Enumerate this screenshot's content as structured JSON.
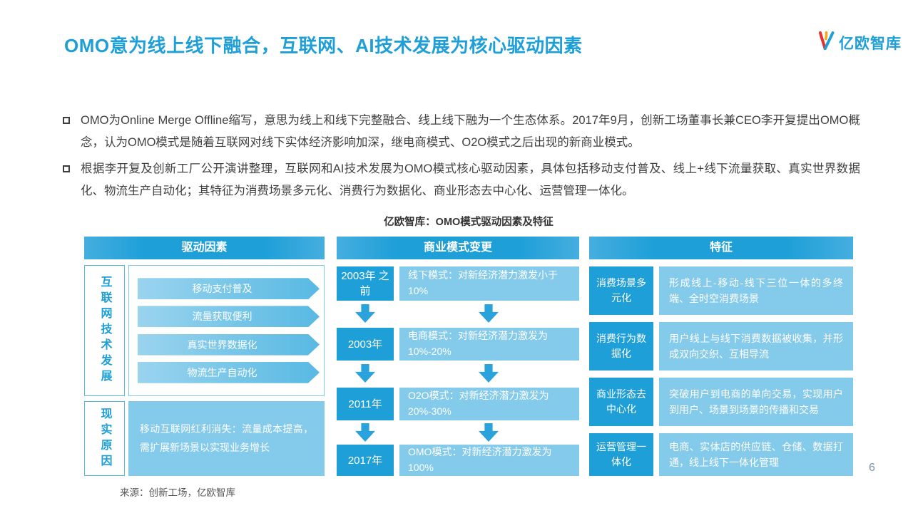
{
  "header": {
    "title": "OMO意为线上线下融合，互联网、AI技术发展为核心驱动因素",
    "logo_text": "亿欧智库"
  },
  "bullets": {
    "item1": "OMO为Online Merge Offline缩写，意思为线上和线下完整融合、线上线下融为一个生态体系。2017年9月，创新工场董事长兼CEO李开复提出OMO概念，认为OMO模式是随着互联网对线下实体经济影响加深，继电商模式、O2O模式之后出现的新商业模式。",
    "item2": "根据李开复及创新工厂公开演讲整理，互联网和AI技术发展为OMO模式核心驱动因素，具体包括移动支付普及、线上+线下流量获取、真实世界数据化、物流生产自动化；其特征为消费场景多元化、消费行为数据化、商业形态去中心化、运营管理一体化。"
  },
  "diagram": {
    "title": "亿欧智库：OMO模式驱动因素及特征",
    "drivers": {
      "header": "驱动因素",
      "tech_label": "互联网技术发展",
      "arrows": [
        "移动支付普及",
        "流量获取便利",
        "真实世界数据化",
        "物流生产自动化"
      ],
      "reality_label": "现实原因",
      "reality_text": "移动互联网红利消失：流量成本提高，需扩展新场景以实现业务增长"
    },
    "models": {
      "header": "商业模式变更",
      "rows": [
        {
          "year": "2003年 之前",
          "desc": "线下模式：对新经济潜力激发小于10%"
        },
        {
          "year": "2003年",
          "desc": "电商模式：对新经济潜力激发为10%-20%"
        },
        {
          "year": "2011年",
          "desc": "O2O模式：对新经济潜力激发为20%-30%"
        },
        {
          "year": "2017年",
          "desc": "OMO模式：对新经济潜力激发为100%"
        }
      ]
    },
    "features": {
      "header": "特征",
      "rows": [
        {
          "label": "消费场景多元化",
          "desc": "形成线上-移动-线下三位一体的多终端、全时空消费场景"
        },
        {
          "label": "消费行为数据化",
          "desc": "用户线上与线下消费数据被收集，并形成双向交织、互相导流"
        },
        {
          "label": "商业形态去中心化",
          "desc": "突破用户到电商的单向交易，实现用户到用户、场景到场景的传播和交易"
        },
        {
          "label": "运营管理一体化",
          "desc": "电商、实体店的供应链、仓储、数据打通，线上线下一体化管理"
        }
      ]
    }
  },
  "footer": {
    "source": "来源：创新工场，亿欧智库",
    "page_number": "6"
  },
  "colors": {
    "accent_blue": "#1E9FD8",
    "dark_box_blue": "#1E9FD8",
    "light_box_blue": "#84CAEA",
    "arrow_blue": "#2AA2DB"
  }
}
